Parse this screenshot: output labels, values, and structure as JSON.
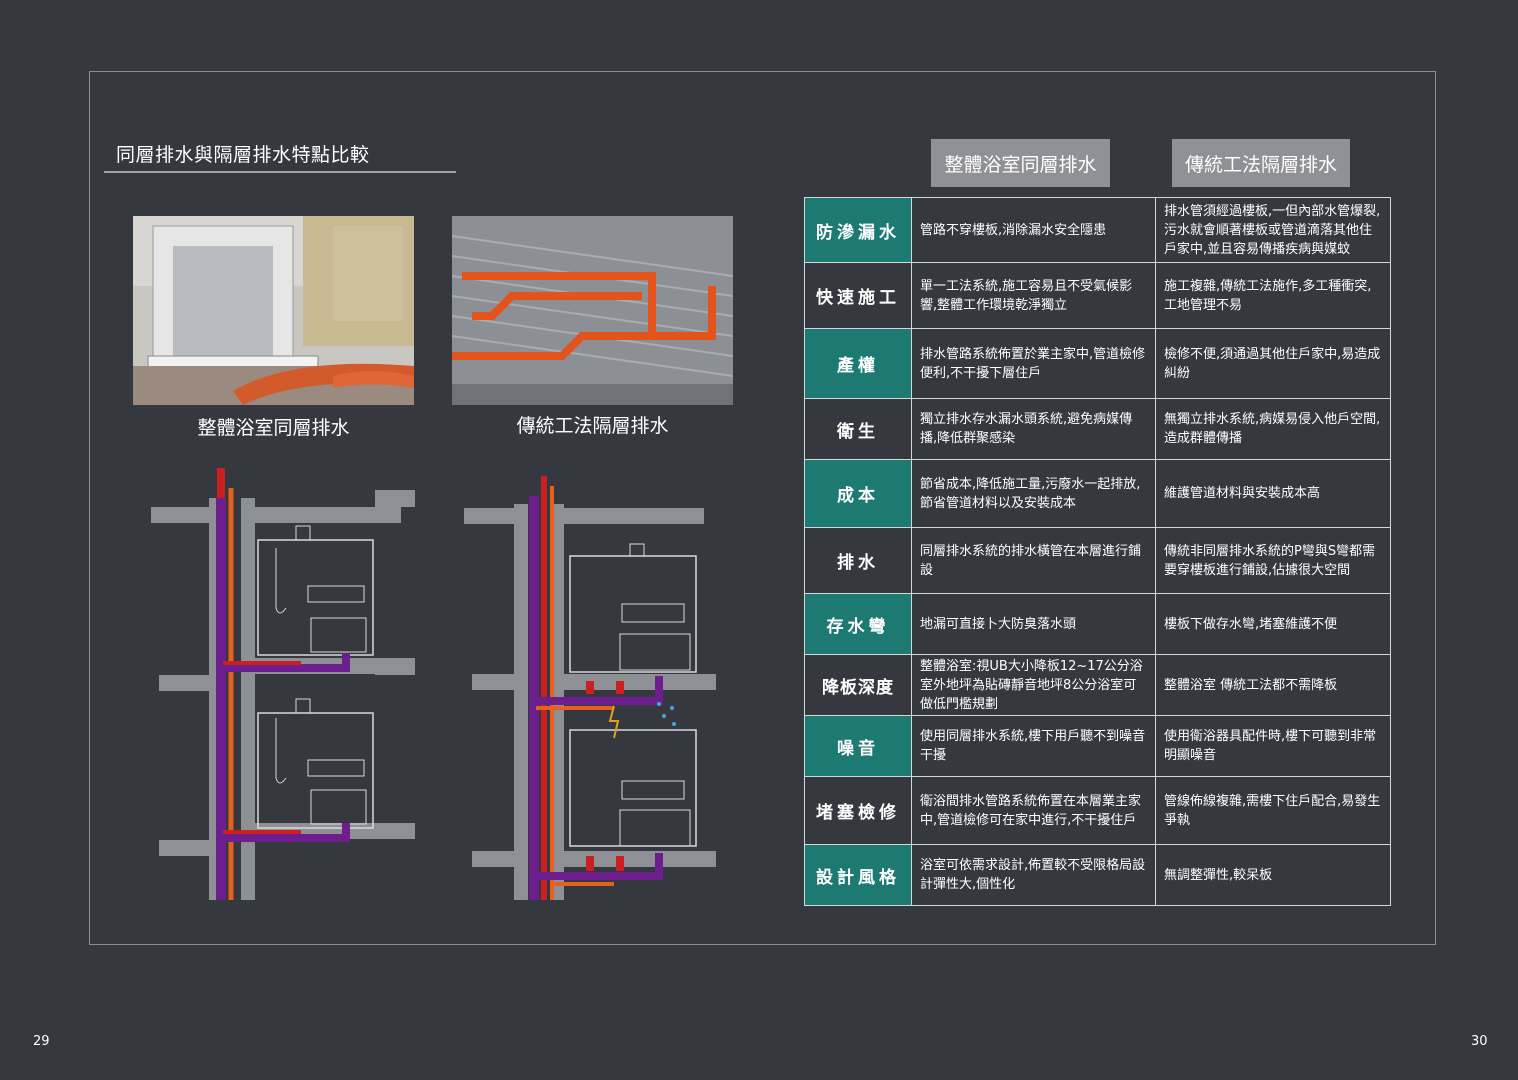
{
  "section_title": "同層排水與隔層排水特點比較",
  "photos": {
    "left_caption": "整體浴室同層排水",
    "right_caption": "傳統工法隔層排水"
  },
  "table": {
    "headers": [
      "整體浴室同層排水",
      "傳統工法隔層排水"
    ],
    "rows": [
      {
        "cat": "防滲漏水",
        "a": "管路不穿樓板,消除漏水安全隱患",
        "b": "排水管須經過樓板,一但內部水管爆裂,污水就會順著樓板或管道滴落其他住戶家中,並且容易傳播疾病與媒蚊"
      },
      {
        "cat": "快速施工",
        "a": "單一工法系統,施工容易且不受氣候影響,整體工作環境乾淨獨立",
        "b": "施工複雜,傳統工法施作,多工種衝突,工地管理不易"
      },
      {
        "cat": "產權",
        "a": "排水管路系統佈置於業主家中,管道檢修便利,不干擾下層住戶",
        "b": "檢修不便,須通過其他住戶家中,易造成糾紛"
      },
      {
        "cat": "衛生",
        "a": "獨立排水存水漏水頭系統,避免病媒傳播,降低群聚感染",
        "b": "無獨立排水系統,病媒易侵入他戶空間,造成群體傳播"
      },
      {
        "cat": "成本",
        "a": "節省成本,降低施工量,污廢水一起排放,節省管道材料以及安裝成本",
        "b": "維護管道材料與安裝成本高"
      },
      {
        "cat": "排水",
        "a": "同層排水系統的排水橫管在本層進行鋪設",
        "b": "傳統非同層排水系統的P彎與S彎都需要穿樓板進行鋪設,佔據很大空間"
      },
      {
        "cat": "存水彎",
        "a": "地漏可直接卜大防臭落水頭",
        "b": "樓板下做存水彎,堵塞維護不便"
      },
      {
        "cat": "降板深度",
        "a": "整體浴室:視UB大小降板12~17公分浴室外地坪為貼磚靜音地坪8公分浴室可做低門檻規劃",
        "b": "整體浴室 傳統工法都不需降板"
      },
      {
        "cat": "噪音",
        "a": "使用同層排水系統,樓下用戶聽不到噪音干擾",
        "b": "使用衛浴器具配件時,樓下可聽到非常明顯噪音"
      },
      {
        "cat": "堵塞檢修",
        "a": "衛浴間排水管路系統佈置在本層業主家中,管道檢修可在家中進行,不干擾住戶",
        "b": "管線佈線複雜,需樓下住戶配合,易發生爭執"
      },
      {
        "cat": "設計風格",
        "a": "浴室可依需求設計,佈置較不受限格局設計彈性大,個性化",
        "b": "無調整彈性,較呆板"
      }
    ]
  },
  "page_numbers": {
    "left": "29",
    "right": "30"
  }
}
